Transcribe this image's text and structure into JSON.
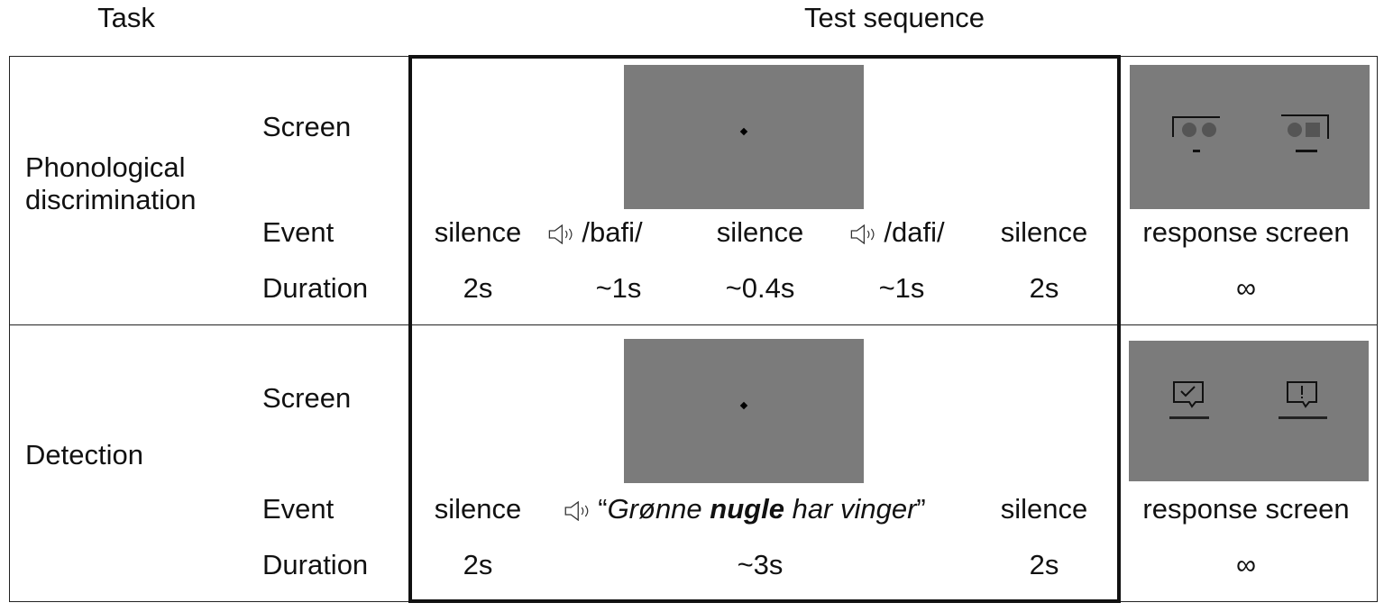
{
  "headers": {
    "task": "Task",
    "test_sequence": "Test sequence"
  },
  "rows": [
    {
      "task": "Phonological discrimination",
      "labels": {
        "screen": "Screen",
        "event": "Event",
        "duration": "Duration"
      },
      "events": [
        "silence",
        "/bafi/",
        "silence",
        "/dafi/",
        "silence"
      ],
      "durations": [
        "2s",
        "~1s",
        "~0.4s",
        "~1s",
        "2s"
      ],
      "response_event": "response screen",
      "response_duration": "∞"
    },
    {
      "task": "Detection",
      "labels": {
        "screen": "Screen",
        "event": "Event",
        "duration": "Duration"
      },
      "events": [
        "silence",
        "“",
        "Grønne ",
        "nugle",
        " har vinger",
        "”",
        "silence"
      ],
      "durations": [
        "2s",
        "~3s",
        "2s"
      ],
      "response_event": "response screen",
      "response_duration": "∞"
    }
  ],
  "icons": [
    "speaker-icon",
    "fixation-dot",
    "response-icons"
  ],
  "colors": {
    "screen_gray": "#7b7b7b"
  }
}
